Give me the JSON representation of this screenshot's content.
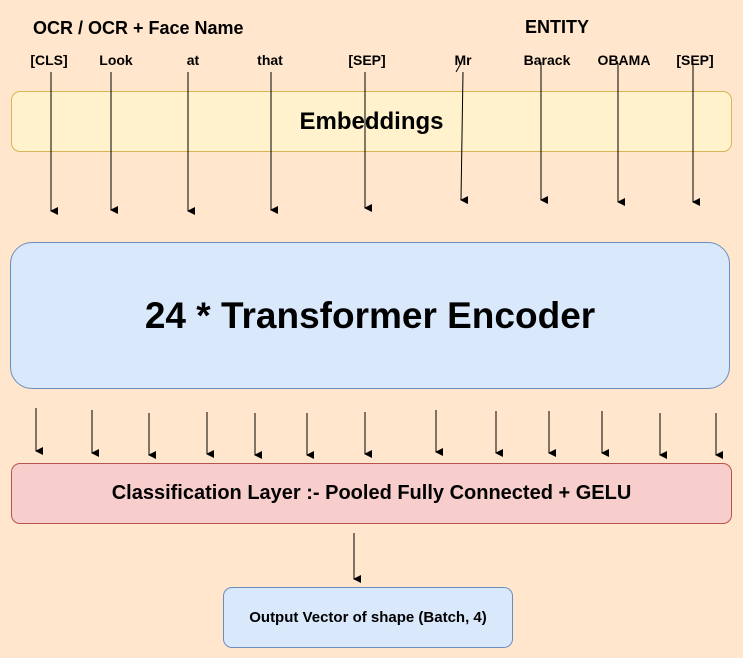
{
  "headings": {
    "left": "OCR / OCR + Face Name",
    "right": "ENTITY"
  },
  "tokens": [
    "[CLS]",
    "Look",
    "at",
    "that",
    "[SEP]",
    "Mr",
    "Barack",
    "OBAMA",
    "[SEP]"
  ],
  "boxes": {
    "embeddings": "Embeddings",
    "encoder": "24 * Transformer Encoder",
    "classifier": "Classification Layer :- Pooled Fully Connected + GELU",
    "output": "Output Vector of shape (Batch, 4)"
  },
  "colors": {
    "background": "#ffe6cc",
    "embeddings_fill": "#fff2cc",
    "encoder_fill": "#dae8fc",
    "classifier_fill": "#f8cecc",
    "output_fill": "#dae8fc",
    "arrow": "#000000"
  }
}
